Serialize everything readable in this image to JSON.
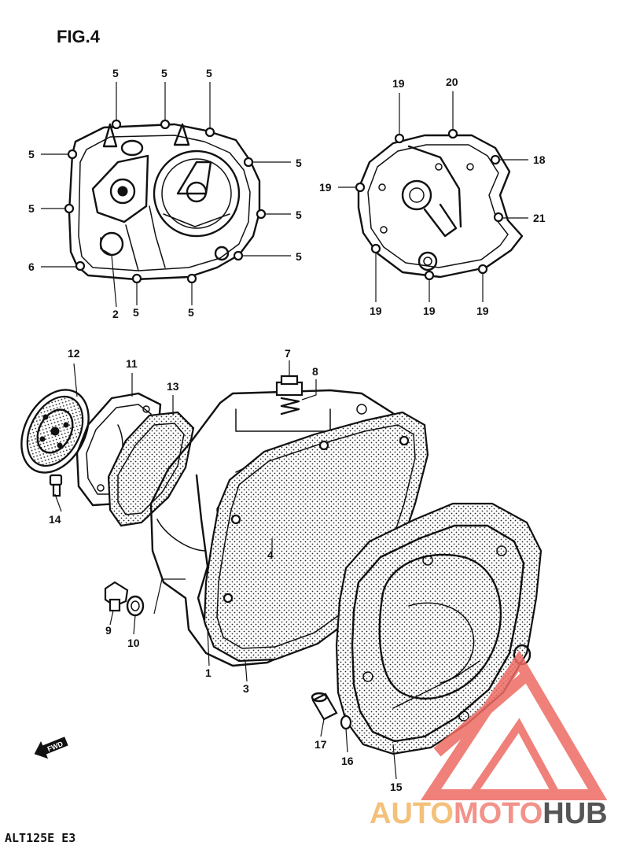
{
  "figure": {
    "title": "FIG.4",
    "model_code": "ALT125E E3",
    "fwd_label": "FWD"
  },
  "callouts": {
    "c1": "1",
    "c2": "2",
    "c3": "3",
    "c4": "4",
    "c5": "5",
    "c6": "6",
    "c7": "7",
    "c8": "8",
    "c9": "9",
    "c10": "10",
    "c11": "11",
    "c12": "12",
    "c13": "13",
    "c14": "14",
    "c15": "15",
    "c16": "16",
    "c17": "17",
    "c18": "18",
    "c19": "19",
    "c20": "20",
    "c21": "21"
  },
  "watermark": {
    "part1": "AUTO",
    "part2": "MOTO",
    "part3": "HUB",
    "color1": "#f4c07a",
    "color2": "#f2928a",
    "color3": "#555555",
    "logo_color": "#ee6b63"
  }
}
